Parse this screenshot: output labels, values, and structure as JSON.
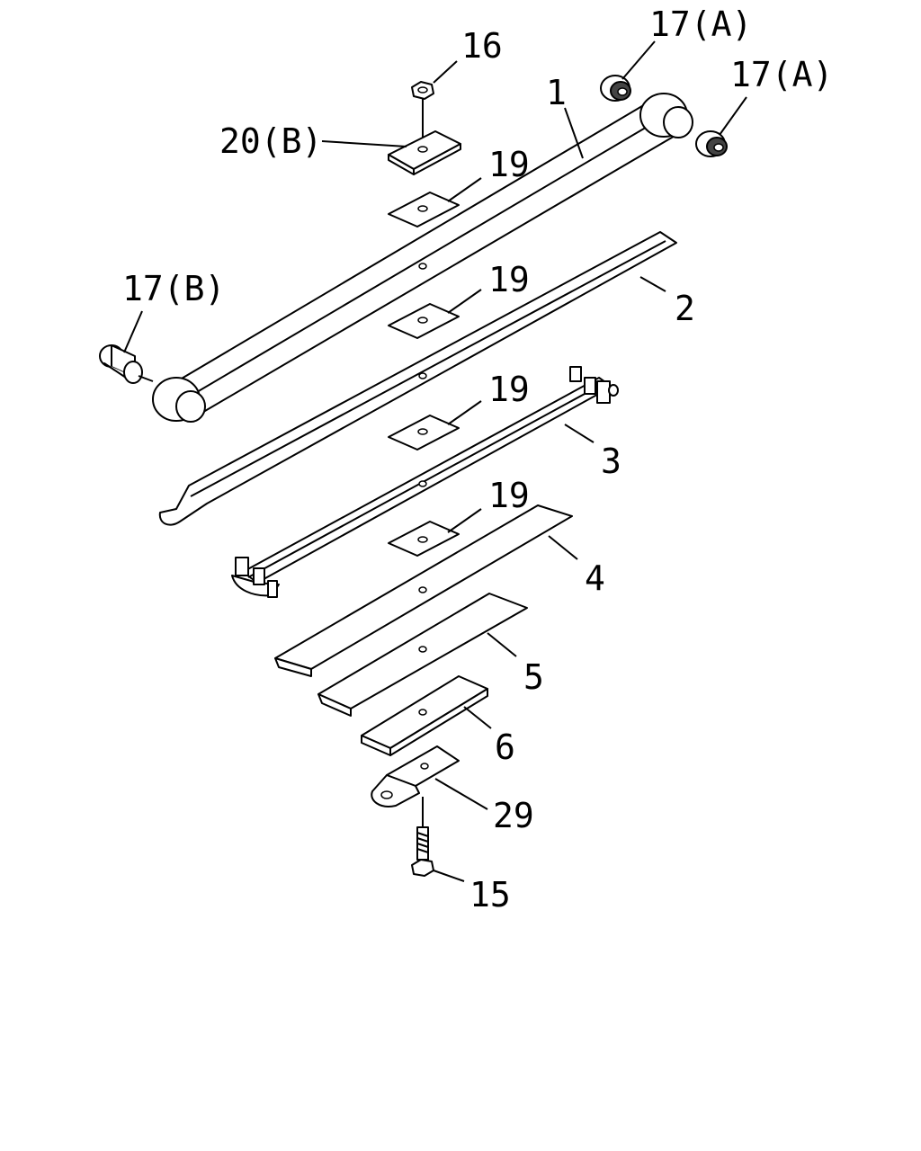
{
  "diagram": {
    "callouts": {
      "p16": "16",
      "p17a_top": "17(A)",
      "p17a_right": "17(A)",
      "p1": "1",
      "p20b": "20(B)",
      "p19_a": "19",
      "p17b": "17(B)",
      "p19_b": "19",
      "p2": "2",
      "p19_c": "19",
      "p3": "3",
      "p19_d": "19",
      "p4": "4",
      "p5": "5",
      "p6": "6",
      "p29": "29",
      "p15": "15"
    }
  }
}
